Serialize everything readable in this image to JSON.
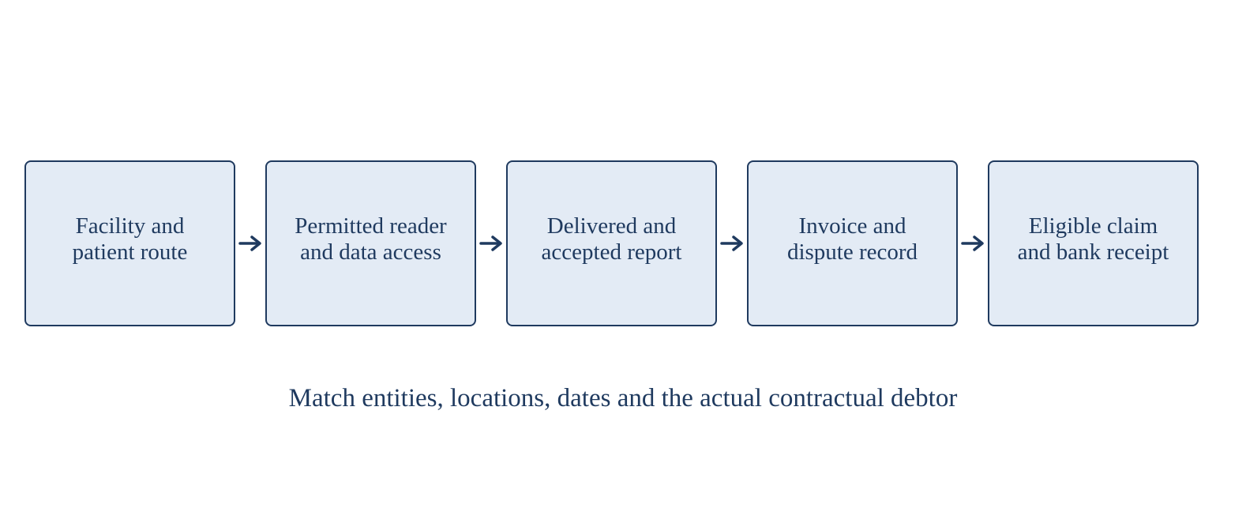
{
  "colors": {
    "box_fill": "#e3ebf5",
    "box_stroke": "#1f3a5f",
    "text": "#1f3a5f",
    "arrow": "#1f3a5f"
  },
  "steps": [
    {
      "label": "Facility and\npatient route"
    },
    {
      "label": "Permitted reader\nand data access"
    },
    {
      "label": "Delivered and\naccepted report"
    },
    {
      "label": "Invoice and\ndispute record"
    },
    {
      "label": "Eligible claim\nand bank receipt"
    }
  ],
  "caption": "Match entities, locations, dates and the actual contractual debtor"
}
